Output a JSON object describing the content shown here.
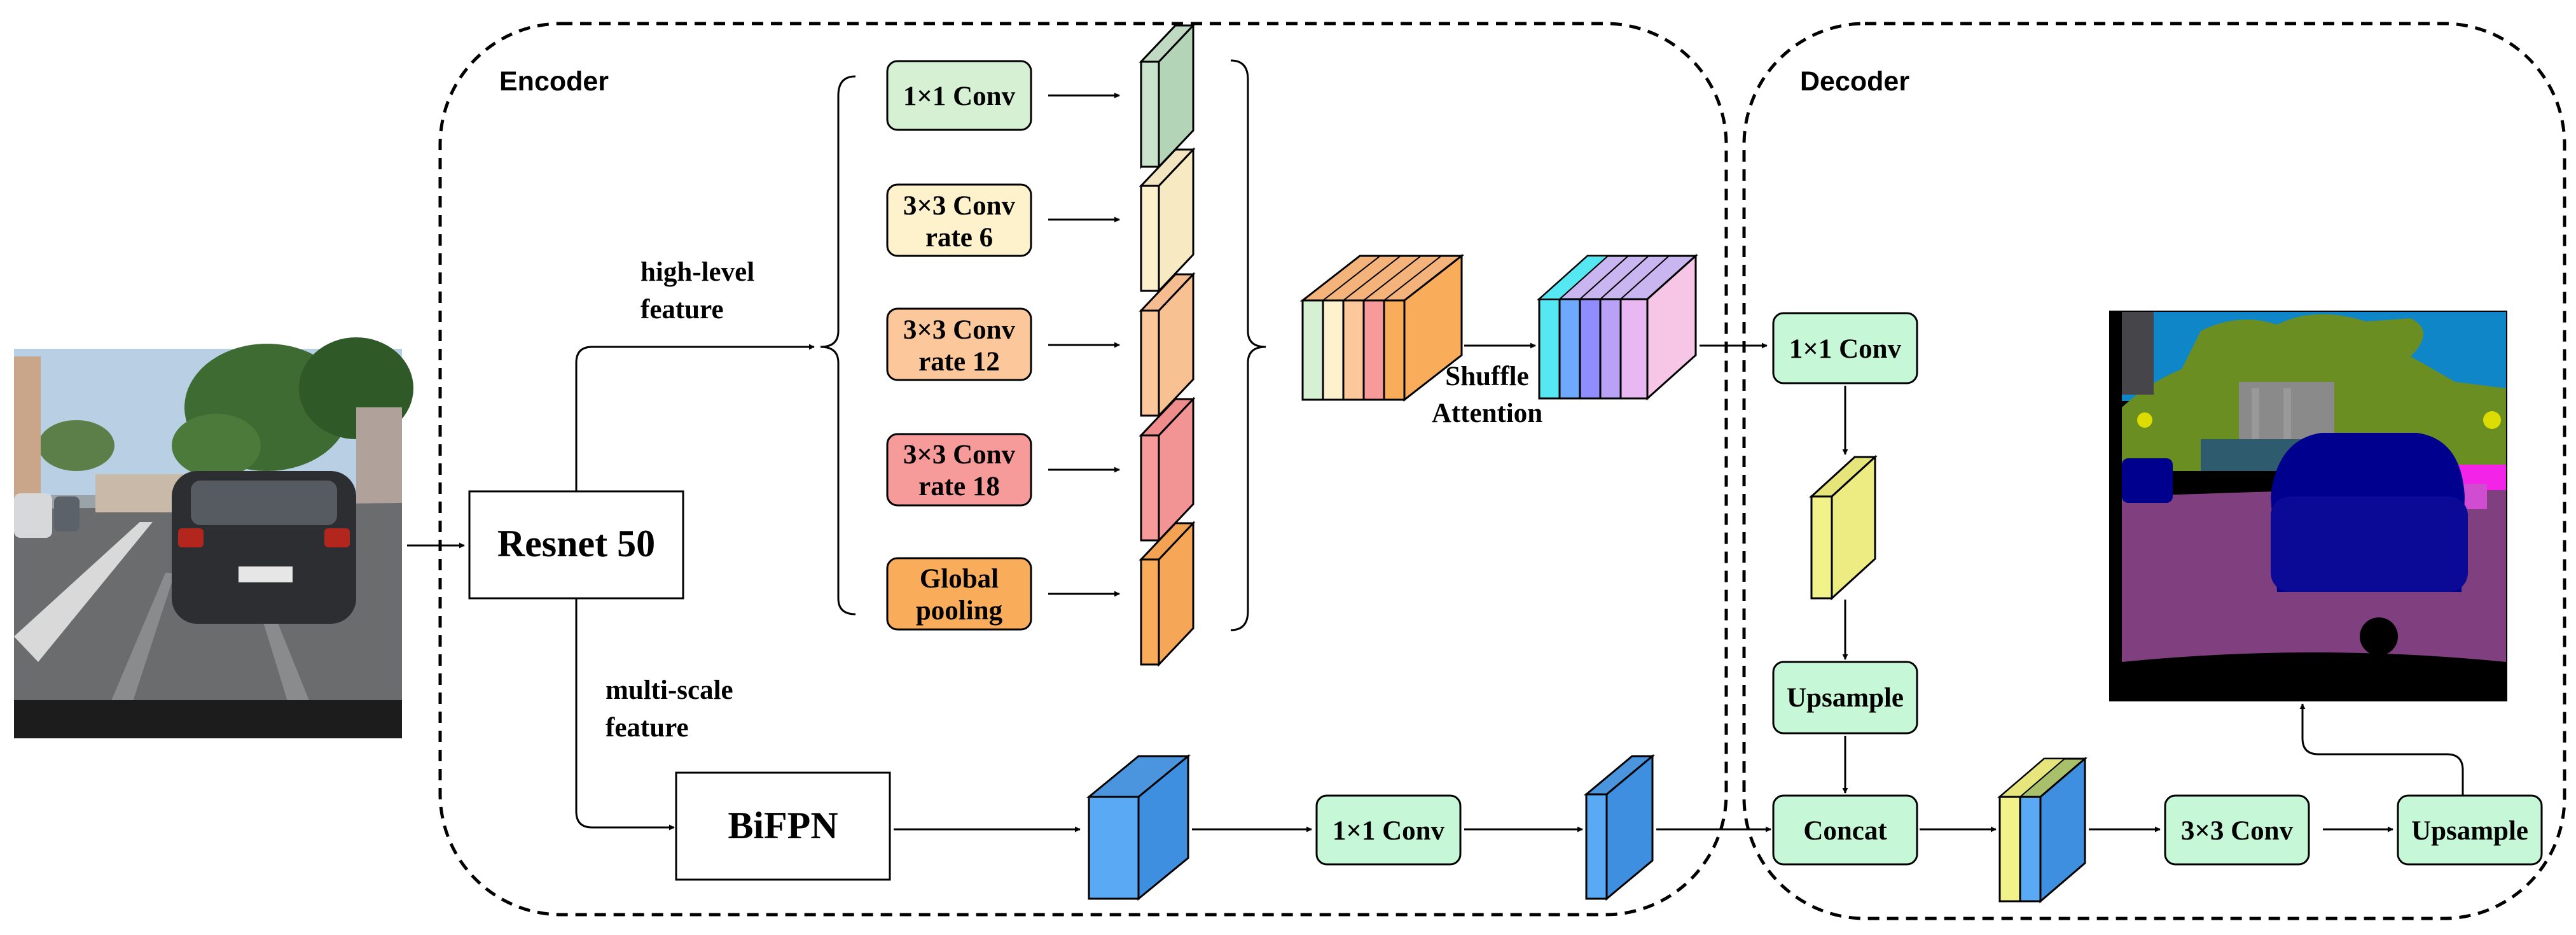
{
  "encoder": {
    "title": "Encoder",
    "backbone": "Resnet 50",
    "high_level_label_line1": "high-level",
    "high_level_label_line2": "feature",
    "multi_scale_label_line1": "multi-scale",
    "multi_scale_label_line2": "feature",
    "aspp": {
      "conv1x1": "1×1 Conv",
      "atrous6_line1": "3×3 Conv",
      "atrous6_line2": "rate 6",
      "atrous12_line1": "3×3 Conv",
      "atrous12_line2": "rate 12",
      "atrous18_line1": "3×3 Conv",
      "atrous18_line2": "rate 18",
      "pooling_line1": "Global",
      "pooling_line2": "pooling"
    },
    "shuffle_line1": "Shuffle",
    "shuffle_line2": "Attention",
    "bifpn": "BiFPN",
    "bottom_conv": "1×1 Conv"
  },
  "decoder": {
    "title": "Decoder",
    "conv1x1": "1×1 Conv",
    "upsample_mid": "Upsample",
    "concat": "Concat",
    "conv3x3": "3×3 Conv",
    "upsample_out": "Upsample"
  },
  "colors": {
    "green_box": "#c6f7d6",
    "aspp_green": "#d5f0d2",
    "aspp_yellow": "#fdf2cc",
    "aspp_peach": "#fcc89b",
    "aspp_red": "#f79a9a",
    "aspp_orange": "#f9ad5b",
    "cube_blue": "#5aa9f5",
    "cube_yellow": "#f2f28a"
  },
  "icons": {
    "input_image": "street-scene-photo",
    "output_image": "segmentation-map"
  }
}
